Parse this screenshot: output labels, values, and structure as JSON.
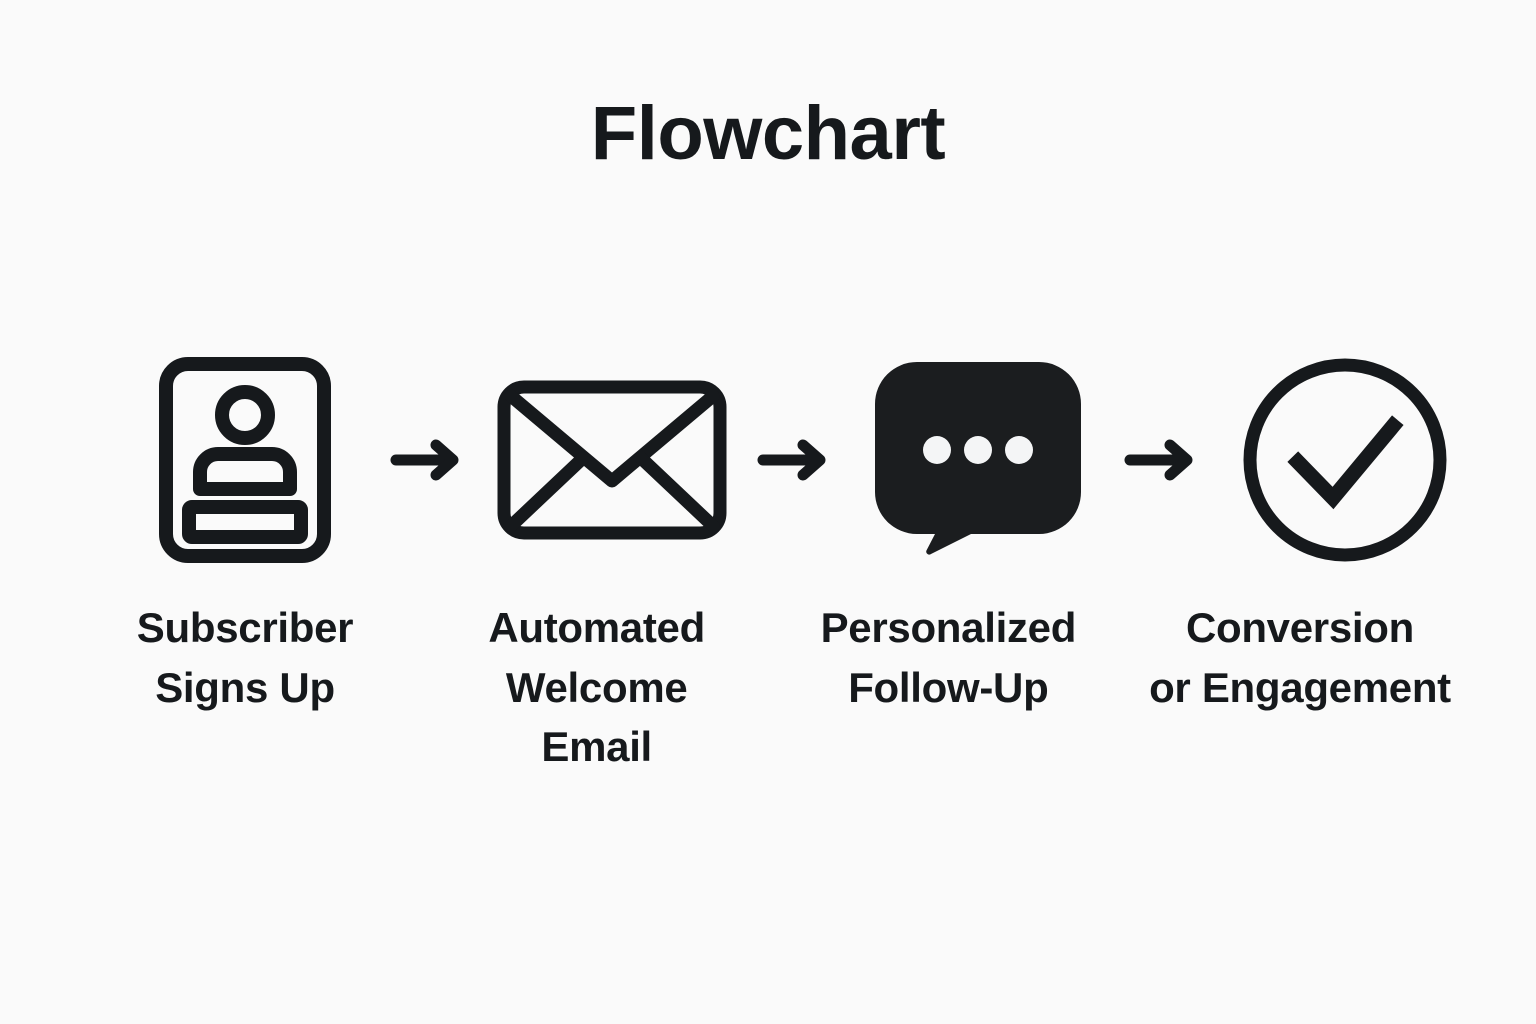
{
  "page": {
    "title": "Flowchart",
    "background_color": "#fafafa",
    "ink_color": "#16191c"
  },
  "chart_data": {
    "type": "diagram",
    "diagram_kind": "linear-flowchart",
    "title": "Flowchart",
    "orientation": "left-to-right",
    "step_count": 4,
    "connector": "arrow-right",
    "steps": [
      {
        "index": 1,
        "label": "Subscriber\nSigns Up",
        "label_lines": [
          "Subscriber",
          "Signs Up"
        ],
        "icon": "id-card-person-icon",
        "icon_style": "outline"
      },
      {
        "index": 2,
        "label": "Automated\nWelcome\nEmail",
        "label_lines": [
          "Automated",
          "Welcome",
          "Email"
        ],
        "icon": "envelope-icon",
        "icon_style": "outline"
      },
      {
        "index": 3,
        "label": "Personalized\nFollow-Up",
        "label_lines": [
          "Personalized",
          "Follow-Up"
        ],
        "icon": "chat-bubble-ellipsis-icon",
        "icon_style": "filled"
      },
      {
        "index": 4,
        "label": "Conversion\nor Engagement",
        "label_lines": [
          "Conversion",
          "or Engagement"
        ],
        "icon": "check-circle-icon",
        "icon_style": "outline"
      }
    ],
    "arrows": [
      {
        "from": 1,
        "to": 2,
        "glyph": "arrow-right-icon"
      },
      {
        "from": 2,
        "to": 3,
        "glyph": "arrow-right-icon"
      },
      {
        "from": 3,
        "to": 4,
        "glyph": "arrow-right-icon"
      }
    ]
  }
}
